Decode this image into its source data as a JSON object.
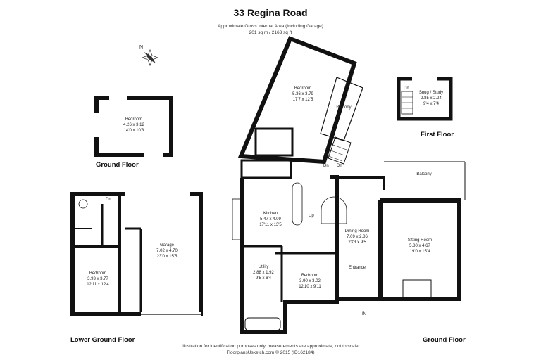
{
  "title": "33 Regina Road",
  "area_line1": "Approximate Gross Internal Area (Including Garage)",
  "area_line2": "201 sq m / 2163 sq ft",
  "compass_label": "N",
  "footer_line1": "Illustration for identification purposes only, measurements are approximate, not to scale.",
  "footer_line2": "FloorplansUsketch.com © 2015 (ID162184)",
  "floors": {
    "ground_small": "Ground Floor",
    "first": "First Floor",
    "lower_ground": "Lower Ground Floor",
    "ground_main": "Ground Floor"
  },
  "rooms": {
    "outbuilding_bedroom": {
      "name": "Bedroom",
      "metric": "4.26 x 3.12",
      "imperial": "14'0 x 10'3"
    },
    "first_bedroom": {
      "name": "Bedroom",
      "metric": "5.36 x 3.79",
      "imperial": "17'7 x 12'5"
    },
    "first_balcony": {
      "name": "Balcony"
    },
    "snug": {
      "name": "Snug / Study",
      "metric": "2.85 x 2.24",
      "imperial": "9'4 x 7'4"
    },
    "kitchen": {
      "name": "Kitchen",
      "metric": "5.47 x 4.09",
      "imperial": "17'11 x 13'5"
    },
    "utility": {
      "name": "Utility",
      "metric": "2.88 x 1.92",
      "imperial": "9'5 x 6'4"
    },
    "ground_bedroom": {
      "name": "Bedroom",
      "metric": "3.90 x 3.02",
      "imperial": "12'10 x 9'11"
    },
    "dining": {
      "name": "Dining Room",
      "metric": "7.09 x 2.86",
      "imperial": "23'3 x 9'5"
    },
    "entrance": {
      "name": "Entrance"
    },
    "sitting": {
      "name": "Sitting Room",
      "metric": "5.80 x 4.67",
      "imperial": "19'0 x 15'4"
    },
    "ground_balcony": {
      "name": "Balcony"
    },
    "garage": {
      "name": "Garage",
      "metric": "7.02 x 4.70",
      "imperial": "23'0 x 15'5"
    },
    "lower_bedroom": {
      "name": "Bedroom",
      "metric": "3.93 x 3.77",
      "imperial": "12'11 x 12'4"
    }
  },
  "markers": {
    "dn": "Dn",
    "up": "Up",
    "in": "IN"
  }
}
